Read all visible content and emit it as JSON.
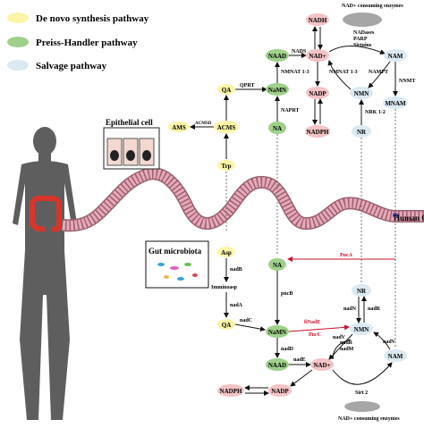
{
  "legend": [
    {
      "label": "De novo synthesis pathway",
      "color": "#fbf5a8"
    },
    {
      "label": "Preiss-Handler pathway",
      "color": "#9fd08a"
    },
    {
      "label": "Salvage pathway",
      "color": "#dbe9f2"
    }
  ],
  "colors": {
    "denovo": "#fbf5a8",
    "preiss": "#9fd08a",
    "salvage": "#dbe9f2",
    "nadp": "#f3c3c6",
    "enzyme_gray": "#a6a6a6",
    "gut": "#e7a9b7",
    "gut_dark": "#9a6070",
    "body": "#5e5e5e",
    "red_arrow": "#d0102b"
  },
  "top": {
    "consuming_enzymes_title": "NAD+ consuming enzymes",
    "nadases": "NADases",
    "parp": "PARP",
    "sirtuins": "Sirtuins",
    "nadh": "NADH",
    "nad_plus": "NAD+",
    "nadp": "NADP",
    "nadph": "NADPH",
    "naad": "NAAD",
    "namn": "NaMN",
    "na": "NA",
    "nam": "NAM",
    "nmn": "NMN",
    "nr": "NR",
    "mnam": "MNAM",
    "qa": "QA",
    "acms": "ACMS",
    "ams": "AMS",
    "trp": "Trp",
    "enz_nads": "NADS",
    "enz_nmnat": "NMNAT 1-3",
    "enz_nmnat2": "NMNAT 1-3",
    "enz_qprt": "QPRT",
    "enz_naprt": "NAPRT",
    "enz_nampt": "NAMPT",
    "enz_nnmt": "NNMT",
    "enz_nrk": "NRK 1-2",
    "enz_acmsd": "ACMSD"
  },
  "labels": {
    "epithelial": "Epithelial cell",
    "gut_microbiota": "Gut microbiota",
    "human_colon": "Human C"
  },
  "bottom": {
    "asp": "Asp",
    "iminoasp": "Imminoasp",
    "qa": "QA",
    "namn": "NaMN",
    "naad": "NAAD",
    "nad_plus": "NAD+",
    "nadp": "NADP",
    "nadph": "NADPH",
    "na": "NA",
    "nr": "NR",
    "nmn": "NMN",
    "nam": "NAM",
    "enz_nadb": "nadB",
    "enz_nada": "nadA",
    "enz_nadc": "nadC",
    "enz_pncb": "pncB",
    "enz_nadd": "nadD",
    "enz_nade": "nadE",
    "enz_finade": "fiNadE",
    "enz_pnca": "PncA",
    "enz_pncc": "PncC",
    "enz_nadn": "nadN",
    "enz_nadr": "nadR",
    "enz_nadr2": "nadR",
    "enz_nadm": "nadM",
    "enz_nadv": "nadV",
    "enz_nadv2": "nadV",
    "enz_sirt2": "Sirt 2",
    "consuming_enzymes": "NAD+ consuming enzymes"
  }
}
